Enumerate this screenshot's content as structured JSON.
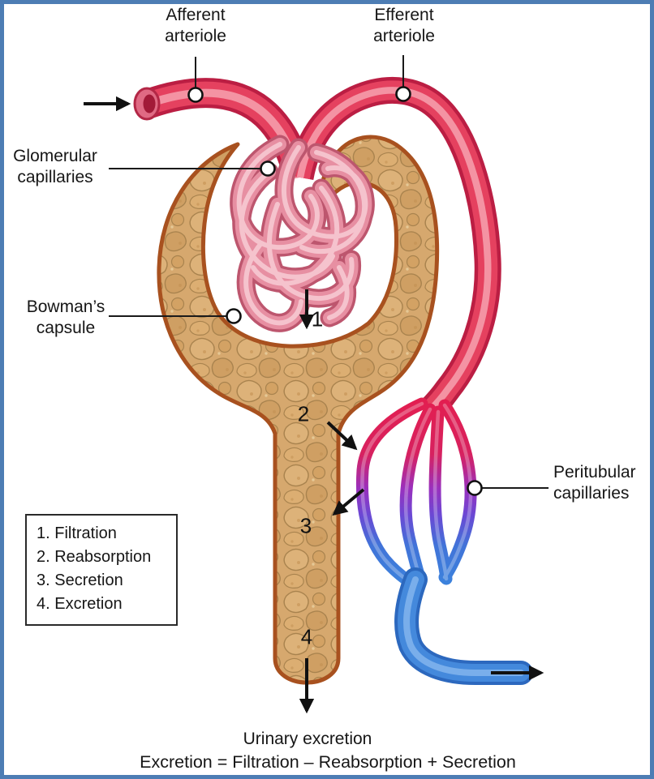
{
  "labels": {
    "afferent": "Afferent\narteriole",
    "efferent": "Efferent\narteriole",
    "glomerular": "Glomerular\ncapillaries",
    "bowmans": "Bowman’s\ncapsule",
    "peritubular": "Peritubular\ncapillaries"
  },
  "legend": {
    "items": [
      "1. Filtration",
      "2. Reabsorption",
      "3. Secretion",
      "4. Excretion"
    ]
  },
  "markers": {
    "n1": "1",
    "n2": "2",
    "n3": "3",
    "n4": "4"
  },
  "footer": {
    "urinary": "Urinary excretion",
    "formula": "Excretion = Filtration – Reabsorption + Secretion"
  },
  "colors": {
    "frame_blue": "#4d7db4",
    "artery_red": "#e5415f",
    "artery_red_dark": "#bb1e43",
    "capillary_pink": "#e78fa2",
    "capsule_tan": "#d6a86e",
    "capsule_border_brown": "#a8511f",
    "transition_purple": "#9a30bd",
    "vein_blue": "#4489dc",
    "line_black": "#111111"
  }
}
